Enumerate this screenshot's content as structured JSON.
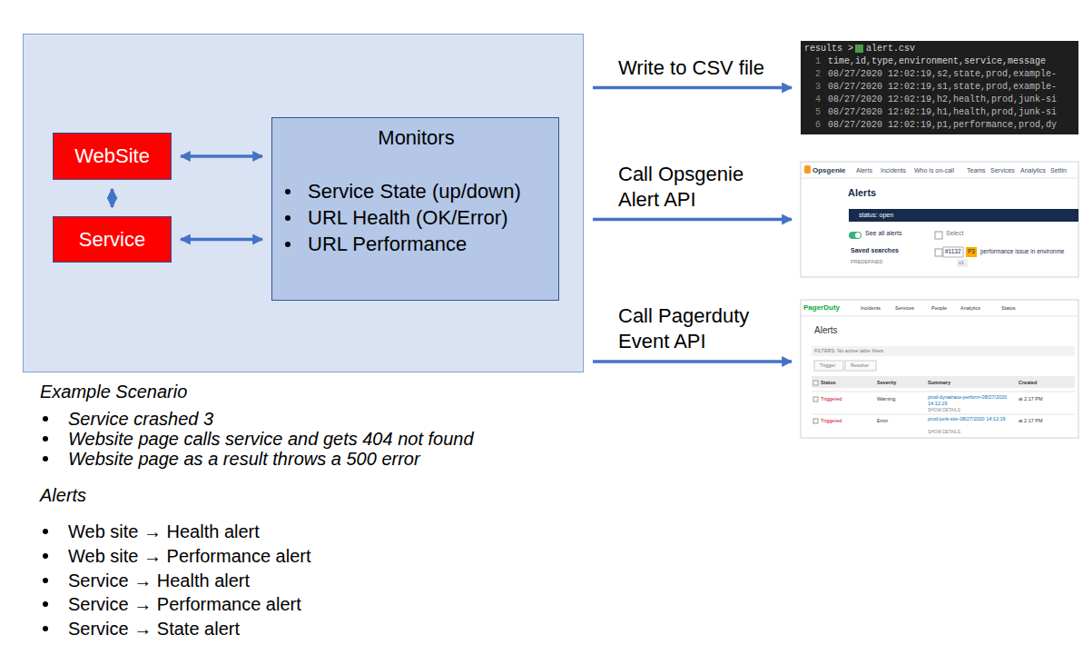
{
  "diagram": {
    "nodes": [
      {
        "text": []
      },
      {
        "text": [
          "WebSite"
        ],
        "in": 0
      },
      {
        "text": [
          "Service"
        ],
        "in": 0
      },
      {
        "text": [
          "Monitors",
          "Service State (up/down)",
          "URL Health (OK/Error)",
          "URL Performance"
        ],
        "in": 0
      },
      {
        "text": [
          "results >",
          "alert.csv",
          "1",
          "time,id,type,environment,service,message",
          "2",
          "08/27/2020 12:02:19,s2,state,prod,example-",
          "3",
          "08/27/2020 12:02:19,s1,state,prod,example-",
          "4",
          "08/27/2020 12:02:19,h2,health,prod,junk-si",
          "5",
          "08/27/2020 12:02:19,h1,health,prod,junk-si",
          "6",
          "08/27/2020 12:02:19,p1,performance,prod,dy"
        ]
      },
      {
        "text": [
          "Opsgenie",
          "Alerts",
          "Incidents",
          "Who is on-call",
          "Teams",
          "Services",
          "Analytics",
          "Settin",
          "Alerts",
          "status: open",
          "See all alerts",
          "Select",
          "Saved searches",
          "#1132",
          "P3",
          "performance issue in environme",
          "PREDEFINED",
          "x1"
        ]
      },
      {
        "text": [
          "PagerDuty",
          "Incidents",
          "Services",
          "People",
          "Analytics",
          "Status",
          "Alerts",
          "FILTERS: No active table filters",
          "Trigger",
          "Resolve",
          "Status",
          "Severity",
          "Summary",
          "Created",
          "Triggered",
          "Warning",
          "prod-dynatrace-perform-08/27/2020 14:12:19",
          "at 2:17 PM",
          "SHOW DETAILS",
          "Triggered",
          "Error",
          "prod-junk-site-08/27/2020 14:12:19",
          "at 2:17 PM",
          "SHOW DETAILS"
        ]
      }
    ],
    "edges": [
      {
        "from": 1,
        "to": 3,
        "arrow": "both"
      },
      {
        "from": 1,
        "to": 2,
        "arrow": "both"
      },
      {
        "from": 2,
        "to": 3,
        "arrow": "both"
      },
      {
        "from": 0,
        "to": 4,
        "arrow": "to",
        "label": "Write to CSV file"
      },
      {
        "from": 0,
        "to": 5,
        "arrow": "to",
        "label": "Call Opsgenie Alert API"
      },
      {
        "from": 0,
        "to": 6,
        "arrow": "to",
        "label": "Call Pagerduty Event API"
      }
    ],
    "labels": [
      "Example Scenario",
      "Service crashed 3",
      "Website page calls service and gets 404 not found",
      "Website page as a result throws a 500 error",
      "Alerts",
      "Web site → Health alert",
      "Web site → Performance alert",
      "Service → Health alert",
      "Service → Performance alert",
      "Service → State alert"
    ]
  }
}
